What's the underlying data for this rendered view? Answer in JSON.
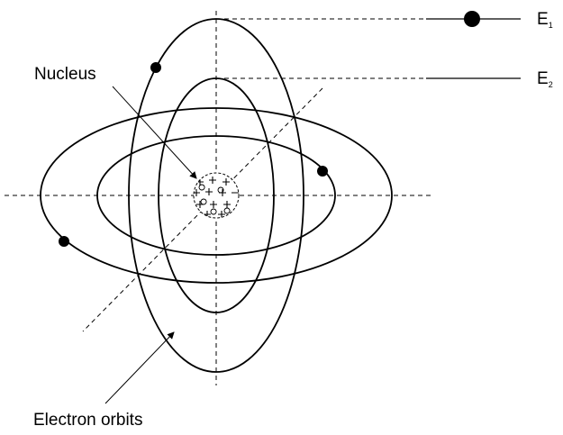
{
  "labels": {
    "nucleus": "Nucleus",
    "electron_orbits": "Electron orbits"
  },
  "energy_levels": [
    {
      "symbol": "E",
      "subscript": "1"
    },
    {
      "symbol": "E",
      "subscript": "2"
    }
  ],
  "colors": {
    "line": "#000000",
    "background": "#ffffff"
  }
}
